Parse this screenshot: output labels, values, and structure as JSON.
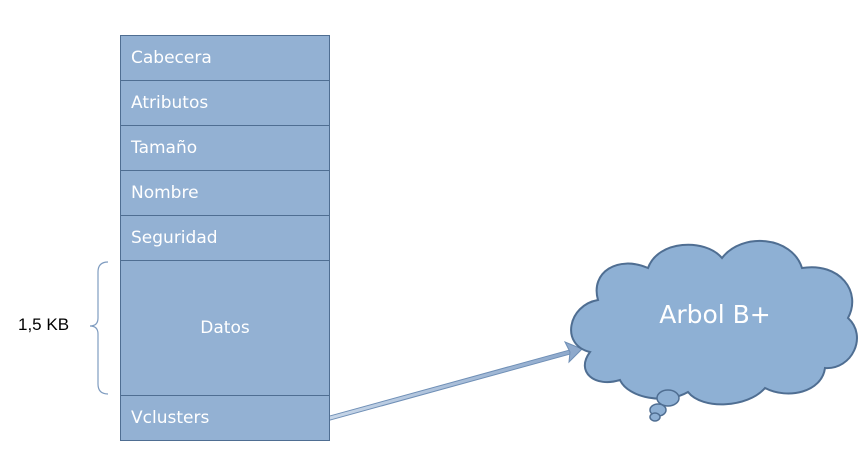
{
  "structure": {
    "fields": [
      "Cabecera",
      "Atributos",
      "Tamaño",
      "Nombre",
      "Seguridad",
      "Datos",
      "Vclusters"
    ]
  },
  "brace": {
    "label": "1,5 KB"
  },
  "cloud": {
    "label": "Arbol B+"
  },
  "colors": {
    "box_fill": "#93b1d3",
    "box_border": "#4f6e92",
    "cloud_fill": "#8eb0d4",
    "arrow": "#8ea9cc"
  }
}
